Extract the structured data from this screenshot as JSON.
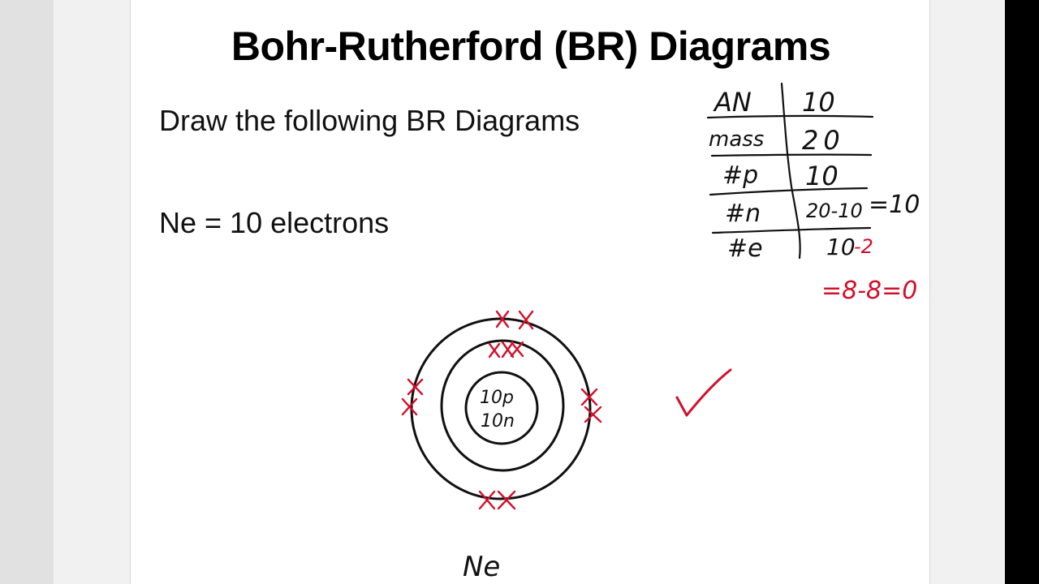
{
  "slide": {
    "title": "Bohr-Rutherford (BR) Diagrams",
    "instruction": "Draw the following BR Diagrams",
    "element_line": "Ne = 10 electrons"
  },
  "table": {
    "rows": [
      {
        "label": "AN",
        "value": "10"
      },
      {
        "label": "mass",
        "value": "20"
      },
      {
        "label": "#p",
        "value": "10"
      },
      {
        "label": "#n",
        "value": "20-10",
        "extra": "=10"
      },
      {
        "label": "#e",
        "value": "10",
        "red": "-2"
      }
    ],
    "note": "=8-8=0"
  },
  "diagram": {
    "protons": "10p",
    "neutrons": "10n",
    "element_label": "Ne"
  },
  "colors": {
    "ink": "#111111",
    "red_ink": "#d1102a"
  }
}
